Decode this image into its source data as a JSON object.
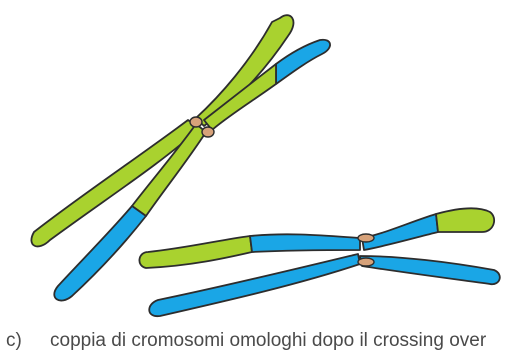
{
  "colors": {
    "green": "#a9d22f",
    "blue": "#1aa6e6",
    "outline": "#2d2d2d",
    "centromere": "#d7a27a"
  },
  "caption": {
    "letter": "c)",
    "text": "coppia di cromosomi omologhi dopo il crossing over"
  },
  "figure": {
    "left_pair": {
      "chromosome_1": [
        "green",
        "green",
        "blue"
      ],
      "chromosome_2": [
        "blue",
        "green",
        "green"
      ]
    },
    "right_pair": {
      "chromosome_1": [
        "green",
        "blue",
        "green"
      ],
      "chromosome_2": [
        "blue",
        "blue"
      ]
    }
  }
}
